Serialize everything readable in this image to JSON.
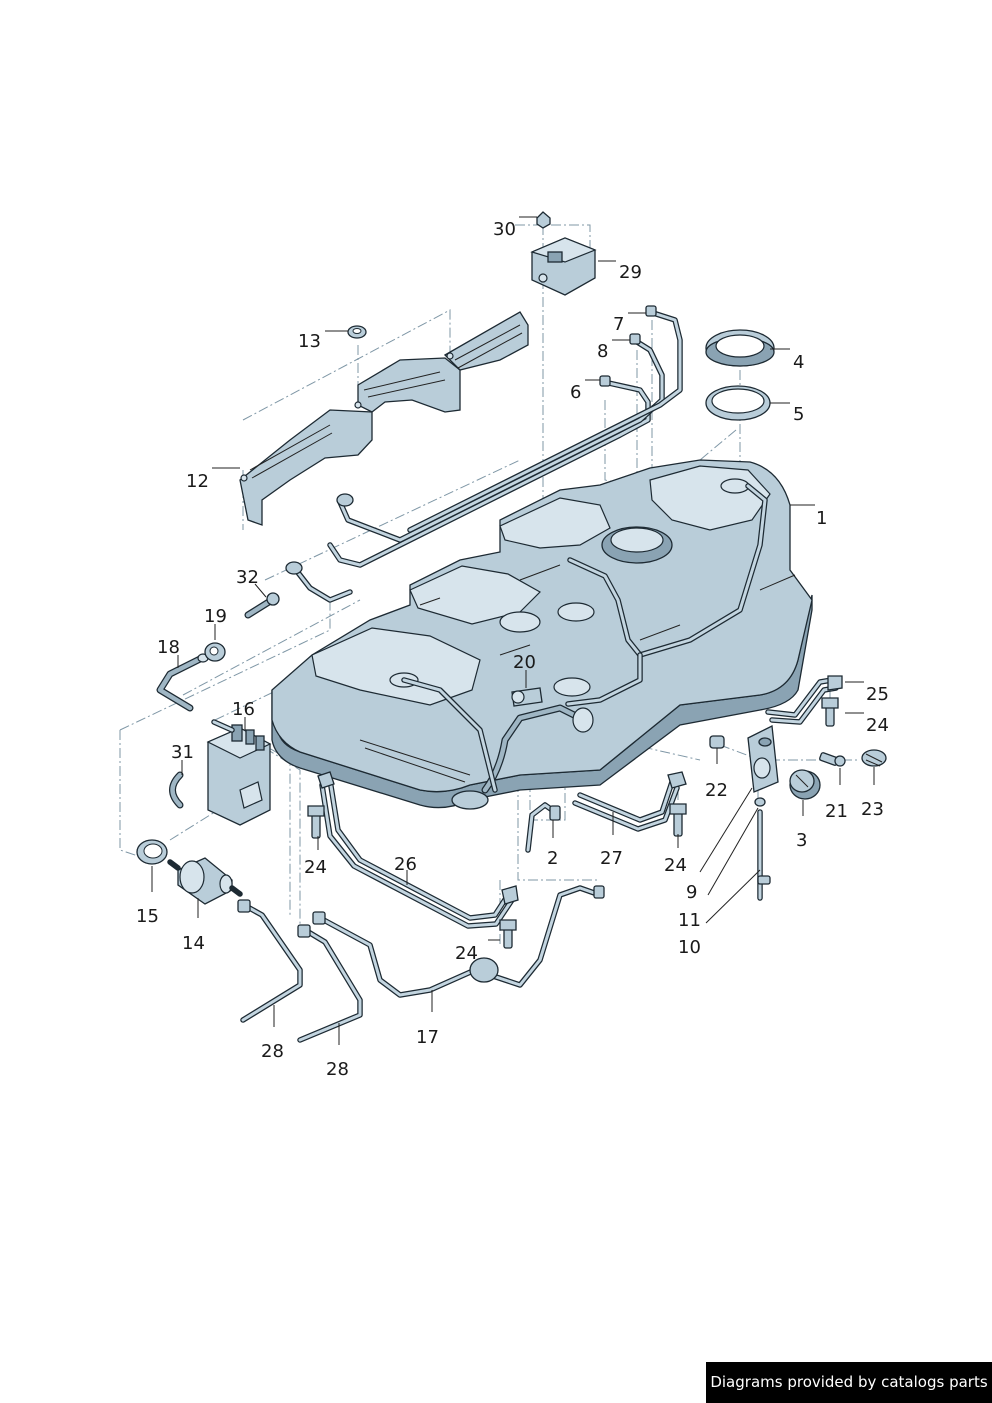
{
  "callouts": {
    "c1": "1",
    "c2": "2",
    "c3": "3",
    "c4": "4",
    "c5": "5",
    "c6": "6",
    "c7": "7",
    "c8": "8",
    "c9": "9",
    "c10": "10",
    "c11": "11",
    "c12": "12",
    "c13": "13",
    "c14": "14",
    "c15": "15",
    "c16": "16",
    "c17": "17",
    "c18": "18",
    "c19": "19",
    "c20": "20",
    "c21": "21",
    "c22": "22",
    "c23": "23",
    "c24a": "24",
    "c24b": "24",
    "c24c": "24",
    "c24d": "24",
    "c25": "25",
    "c26": "26",
    "c27": "27",
    "c28a": "28",
    "c28b": "28",
    "c29": "29",
    "c30": "30",
    "c31": "31",
    "c32": "32"
  },
  "footer": {
    "credit": "Diagrams provided by catalogs parts"
  },
  "colors": {
    "part_fill": "#b9cdd9",
    "outline": "#1d2a33",
    "footer_bg": "#000000",
    "footer_text": "#ffffff"
  }
}
